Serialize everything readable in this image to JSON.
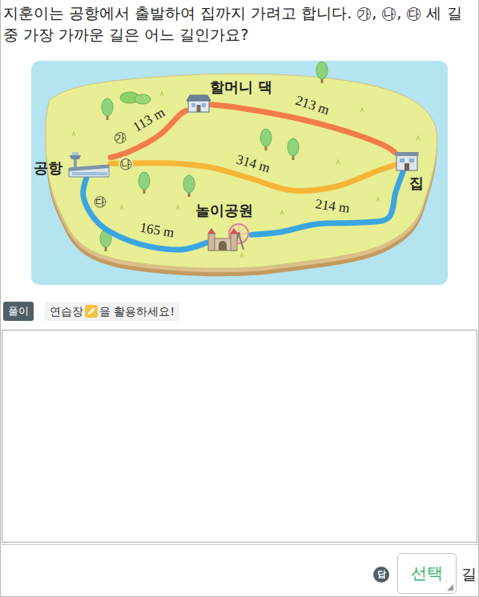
{
  "diagram": {
    "title": "지훈이는 공항에서 출발하여 집까지 가려고 합니다. ㉮, ㉯, ㉰ 세 길 중 가장 가까운 길은 어느 길인가요?",
    "nodes": [
      {
        "text": [
          "할머니 댁"
        ]
      },
      {
        "text": [
          "공항"
        ]
      },
      {
        "text": [
          "집"
        ]
      },
      {
        "text": [
          "놀이공원"
        ]
      },
      {
        "text": [
          "풀이"
        ]
      },
      {
        "text": [
          "연습장",
          "을 활용하세요!"
        ]
      },
      {
        "text": [
          "답"
        ]
      },
      {
        "text": [
          "선택"
        ]
      }
    ],
    "edges": [
      {
        "from": 1,
        "to": 0,
        "arrow": "none",
        "label": "113 m"
      },
      {
        "from": 0,
        "to": 2,
        "arrow": "none",
        "label": "213 m"
      },
      {
        "from": 1,
        "to": 2,
        "arrow": "none",
        "label": "314 m"
      },
      {
        "from": 1,
        "to": 3,
        "arrow": "none",
        "label": "165 m"
      },
      {
        "from": 3,
        "to": 2,
        "arrow": "none",
        "label": "214 m"
      }
    ],
    "labels": [
      "㉮",
      "㉯",
      "㉰",
      "길"
    ]
  }
}
